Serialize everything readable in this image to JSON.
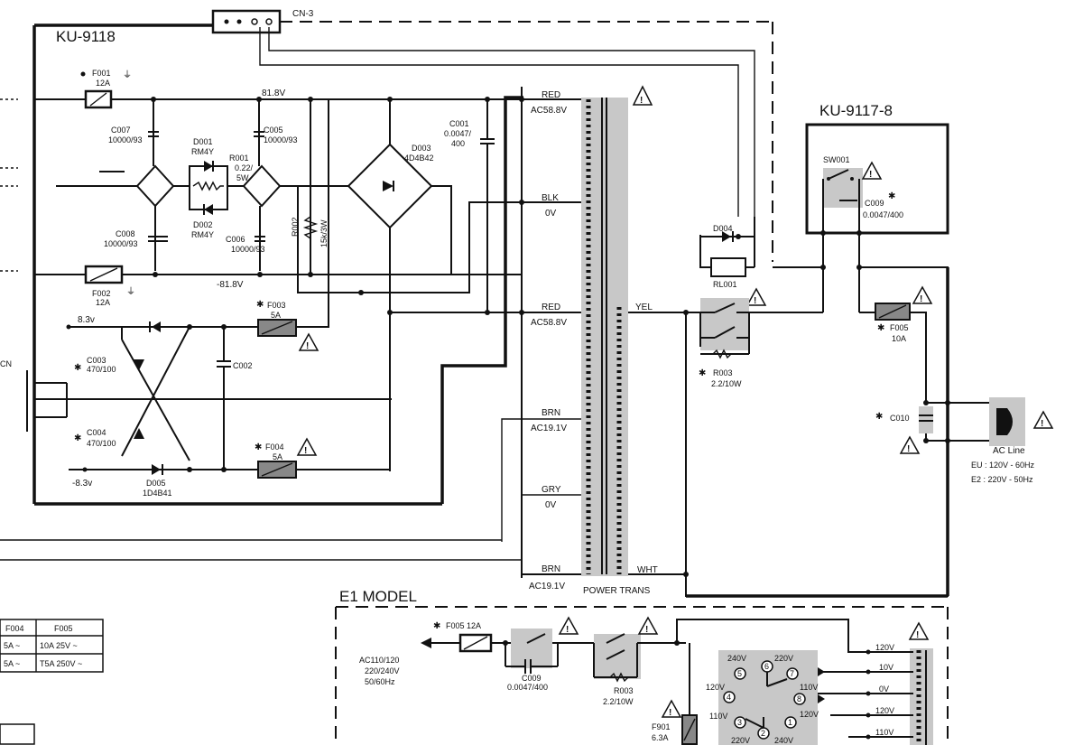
{
  "boards": {
    "main": "KU-9118",
    "ac_board": "KU-9117-8",
    "connector": "CN-3",
    "e1_model": "E1 MODEL"
  },
  "rails": {
    "pos_high": "81.8V",
    "neg_high": "-81.8V",
    "pos_low": "8.3v",
    "neg_low": "-8.3v"
  },
  "transformer": {
    "name": "POWER TRANS",
    "taps": [
      {
        "color": "RED",
        "voltage": "AC58.8V"
      },
      {
        "color": "BLK",
        "voltage": "0V"
      },
      {
        "color": "RED",
        "voltage": "AC58.8V"
      },
      {
        "color": "BRN",
        "voltage": "AC19.1V"
      },
      {
        "color": "GRY",
        "voltage": "0V"
      },
      {
        "color": "BRN",
        "voltage": "AC19.1V"
      }
    ],
    "primary": [
      "YEL",
      "WHT"
    ]
  },
  "components": {
    "f001": "F001",
    "f001_rating": "12A",
    "f002": "F002",
    "f002_rating": "12A",
    "c007": "C007",
    "c007_value": "10000/93",
    "c005": "C005",
    "c005_value": "10000/93",
    "c008": "C008",
    "c008_value": "10000/93",
    "c006": "C006",
    "c006_value": "10000/93",
    "d001": "D001",
    "d001_type": "RM4Y",
    "d002": "D002",
    "d002_type": "RM4Y",
    "r001": "R001",
    "r001_value_a": "0.22/",
    "r001_value_b": "5W",
    "r002": "R002",
    "r002_value": "15k/3W",
    "d003": "D003",
    "d003_type": "4D4B42",
    "c001": "C001",
    "c001_value_a": "0.0047/",
    "c001_value_b": "400",
    "f003": "F003",
    "f003_rating": "5A",
    "f004": "F004",
    "f004_rating": "5A",
    "c002": "C002",
    "c003": "C003",
    "c003_value": "470/100",
    "c004": "C004",
    "c004_value": "470/100",
    "d005": "D005",
    "d005_type": "1D4B41",
    "d004": "D004",
    "rl001": "RL001",
    "r003": "R003",
    "r003_value": "2.2/10W",
    "sw001": "SW001",
    "c009": "C009",
    "c009_value": "0.0047/400",
    "f005": "F005",
    "f005_rating": "10A",
    "c010": "C010",
    "ac_line": "AC Line",
    "region_eu": "EU : 120V - 60Hz",
    "region_e2": "E2 : 220V - 50Hz",
    "star": "✱",
    "cn_left": "CN"
  },
  "table": {
    "headers": [
      "F004",
      "F005"
    ],
    "rows": [
      [
        "5A ~",
        "10A 25V ~"
      ],
      [
        "5A ~",
        "T5A 250V ~"
      ]
    ]
  },
  "e1": {
    "f005": "F005 12A",
    "ac_in_a": "AC110/120",
    "ac_in_b": "220/240V",
    "ac_in_c": "50/60Hz",
    "c009": "C009",
    "c009_value": "0.0047/400",
    "r003": "R003",
    "r003_value": "2.2/10W",
    "f901": "F901",
    "f901_rating": "6.3A",
    "selector": [
      "240V",
      "220V",
      "120V",
      "110V",
      "110V",
      "120V",
      "220V",
      "240V"
    ],
    "selector_nums": [
      "5",
      "6",
      "7",
      "4",
      "8",
      "3",
      "1",
      "2"
    ],
    "taps": [
      "120V",
      "10V",
      "0V",
      "120V",
      "110V"
    ]
  }
}
